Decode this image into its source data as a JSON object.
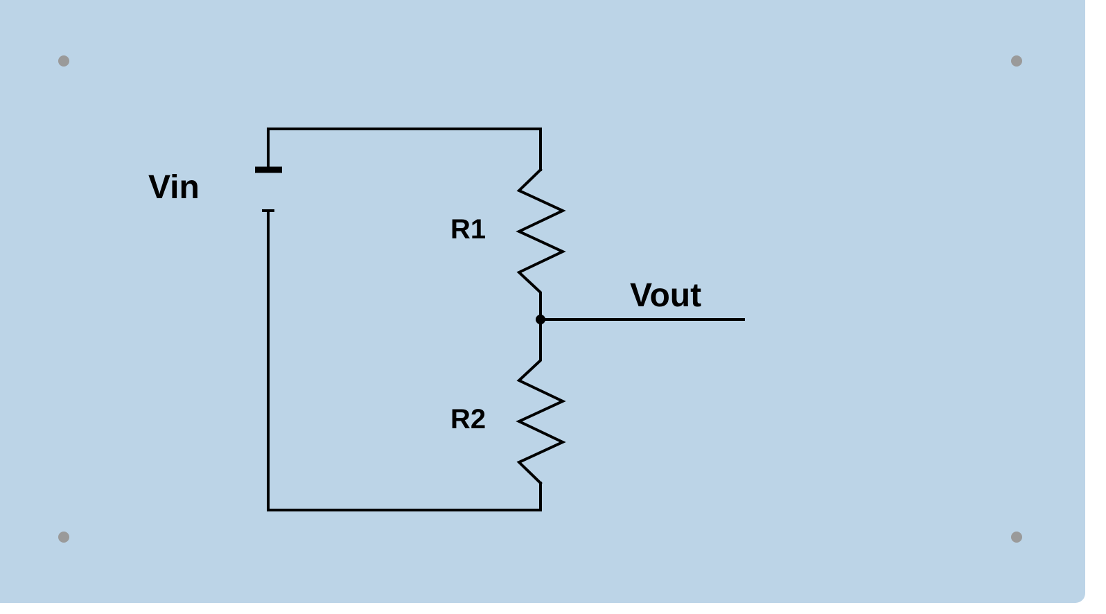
{
  "diagram": {
    "source_label": "Vin",
    "output_label": "Vout",
    "resistor_top_label": "R1",
    "resistor_bottom_label": "R2"
  }
}
